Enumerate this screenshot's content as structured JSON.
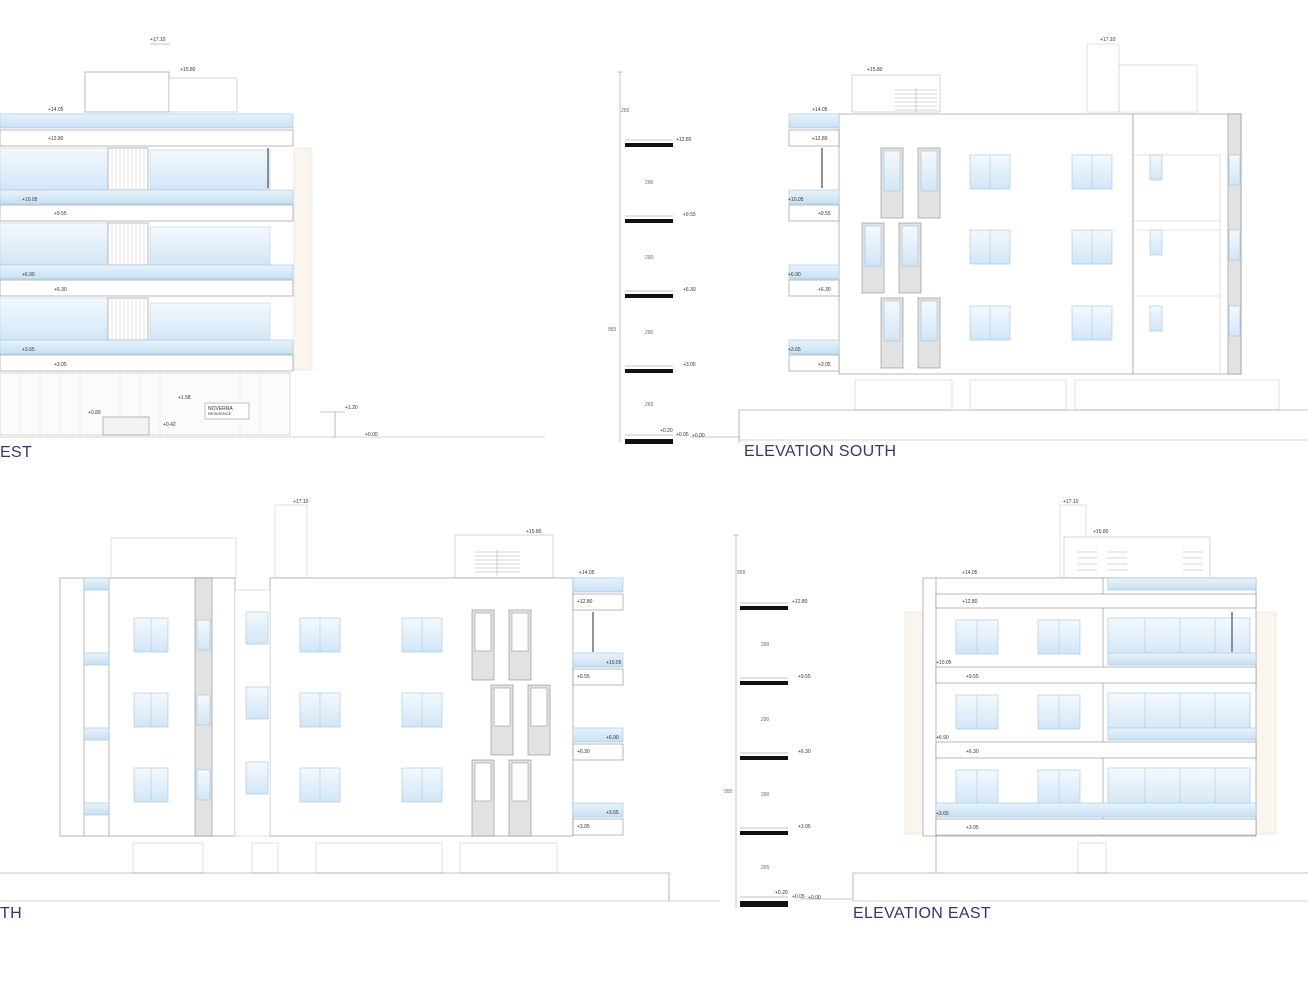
{
  "titles": {
    "west": "EST",
    "south": "ELEVATION SOUTH",
    "north": "TH",
    "east": "ELEVATION EAST"
  },
  "signage": {
    "name": "NOVERRA",
    "sub": "RESIDENCE"
  },
  "west_levels": [
    "+17.10",
    "+15.80",
    "+14.05",
    "+12.80",
    "+10.05",
    "+9.55",
    "+6.90",
    "+6.30",
    "+3.65",
    "+3.05",
    "+1.58",
    "+0.89",
    "+0.42",
    "+1.20",
    "+0.00"
  ],
  "section_top": {
    "levels": [
      "+12.80",
      "+9.55",
      "+6.30",
      "+3.05",
      "+0.20",
      "+0.05",
      "+0.00"
    ],
    "dims": [
      "265",
      "290",
      "290",
      "290",
      "265",
      "955"
    ]
  },
  "south_levels": [
    "+17.10",
    "+15.80",
    "+14.05",
    "+12.80",
    "+10.05",
    "+9.55",
    "+6.90",
    "+6.30",
    "+3.65",
    "+3.05"
  ],
  "north_levels": [
    "+17.10",
    "+15.80",
    "+14.05",
    "+12.80",
    "+10.05",
    "+9.55",
    "+6.90",
    "+6.30",
    "+3.65",
    "+3.05"
  ],
  "section_bottom": {
    "levels": [
      "+12.80",
      "+9.55",
      "+6.30",
      "+3.05",
      "+0.20",
      "+0.05",
      "+0.00"
    ],
    "dims": [
      "265",
      "290",
      "290",
      "290",
      "265",
      "955"
    ]
  },
  "east_levels": [
    "+17.10",
    "+15.80",
    "+14.05",
    "+12.80",
    "+10.05",
    "+9.55",
    "+6.90",
    "+6.30",
    "+3.65",
    "+3.05"
  ],
  "colors": {
    "title": "#2f3a6b",
    "glass": "#dcecf8",
    "glassEdge": "#9fc3df",
    "wood": "#f6eee4",
    "line": "#8a8a8a"
  }
}
